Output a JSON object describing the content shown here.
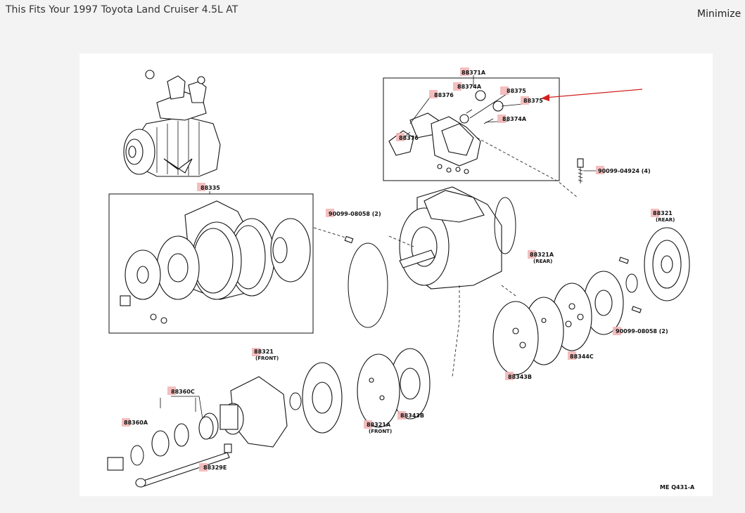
{
  "header": {
    "fit_title": "This Fits Your 1997 Toyota Land Cruiser 4.5L AT",
    "minimize_label": "Minimize I"
  },
  "diagram": {
    "ref": "ME Q431-A",
    "labels": {
      "p88371A": "88371A",
      "p88374A_top": "88374A",
      "p88375_a": "88375",
      "p88375_b": "88375",
      "p88376_a": "88376",
      "p88374A_b": "88374A",
      "p88376_b": "88376",
      "p90099_04924": "90099-04924 (4)",
      "p88335": "88335",
      "p90099_08058_a": "90099-08058 (2)",
      "p88321_rear": "88321",
      "p88321_rear_sub": "(REAR)",
      "p88321A_rear": "88321A",
      "p88321A_rear_sub": "(REAR)",
      "p90099_08058_b": "90099-08058 (2)",
      "p88344C": "88344C",
      "p88343B_a": "88343B",
      "p88321_front": "88321",
      "p88321_front_sub": "(FRONT)",
      "p88360C": "88360C",
      "p88360A": "88360A",
      "p88329E": "88329E",
      "p88321A_front": "88321A",
      "p88321A_front_sub": "(FRONT)",
      "p88343B_b": "88343B"
    },
    "highlight_color": "#f3b7b7",
    "arrow_color": "#d22020"
  }
}
